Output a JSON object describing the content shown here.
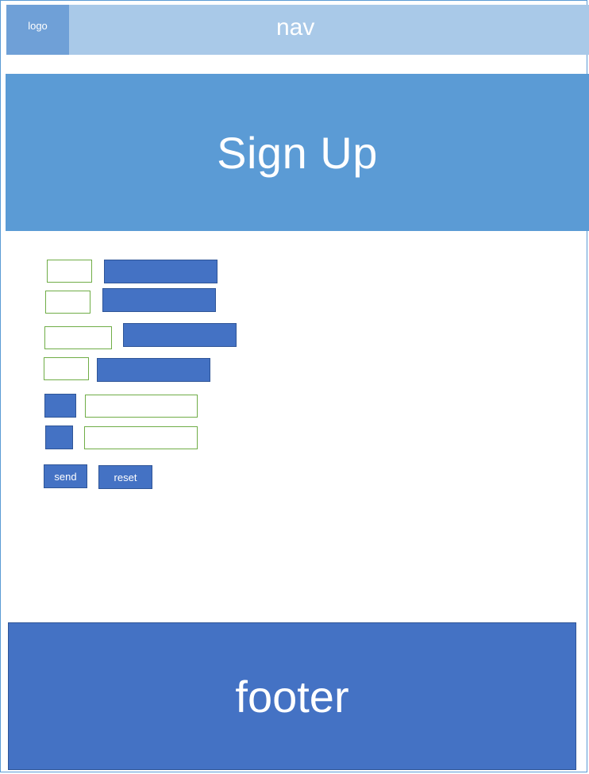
{
  "header": {
    "logo_label": "logo",
    "nav_label": "nav"
  },
  "hero": {
    "title": "Sign Up"
  },
  "form": {
    "send_label": "send",
    "reset_label": "reset"
  },
  "footer": {
    "label": "footer"
  },
  "colors": {
    "nav_bg": "#a9c9e8",
    "logo_bg": "#6fa0d7",
    "hero_bg": "#5b9bd5",
    "accent": "#4472c4",
    "outline": "#70ad47"
  }
}
